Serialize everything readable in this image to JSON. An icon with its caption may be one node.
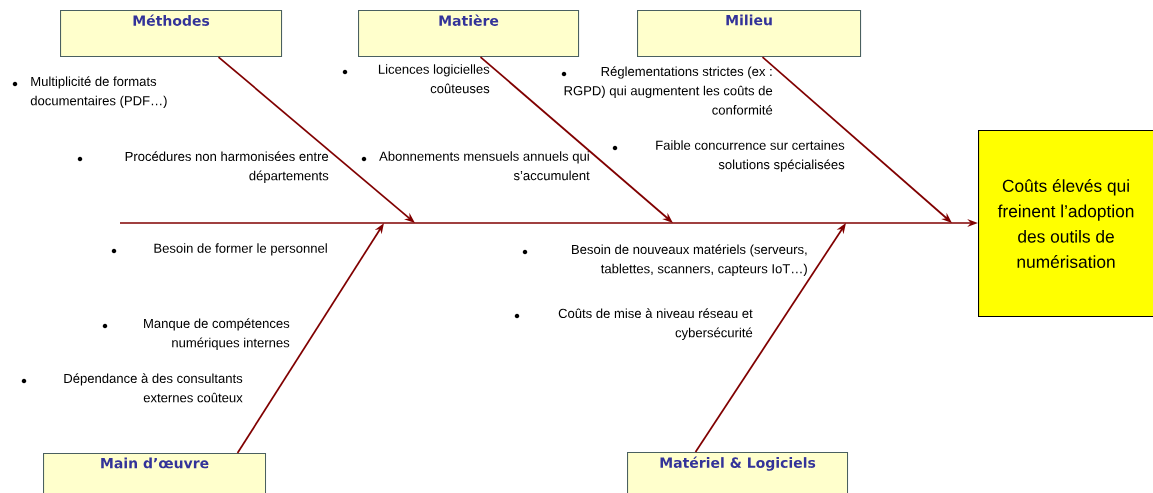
{
  "diagram": {
    "nodes": [
      {
        "text": [
          "Méthodes"
        ]
      },
      {
        "text": [
          "Matière"
        ]
      },
      {
        "text": [
          "Milieu"
        ]
      },
      {
        "text": [
          "Main d’œuvre"
        ]
      },
      {
        "text": [
          "Matériel & Logiciels"
        ]
      },
      {
        "text": [
          "Coûts élevés qui freinent l’adoption des outils de numérisation"
        ]
      }
    ],
    "edges": [
      {
        "from": 0,
        "to": null,
        "arrow": "to"
      },
      {
        "from": 1,
        "to": null,
        "arrow": "to"
      },
      {
        "from": 2,
        "to": null,
        "arrow": "to"
      },
      {
        "from": 3,
        "to": null,
        "arrow": "to"
      },
      {
        "from": 4,
        "to": null,
        "arrow": "to"
      },
      {
        "from": null,
        "to": 5,
        "arrow": "to"
      }
    ],
    "labels": [
      "Multiplicité de formats documentaires (PDF…)",
      "Licences logicielles coûteuses",
      "Réglementations strictes (ex : RGPD) qui augmentent les coûts de conformité",
      "Procédures non harmonisées entre départements",
      "Abonnements mensuels annuels qui s’accumulent",
      "Faible concurrence sur certaines solutions spécialisées",
      "Besoin de former le personnel",
      "Besoin de nouveaux matériels (serveurs, tablettes, scanners, capteurs IoT…)",
      "Manque de compétences numériques internes",
      "Coûts de mise à niveau réseau et cybersécurité",
      "Dépendance à des consultants externes coûteux"
    ]
  }
}
